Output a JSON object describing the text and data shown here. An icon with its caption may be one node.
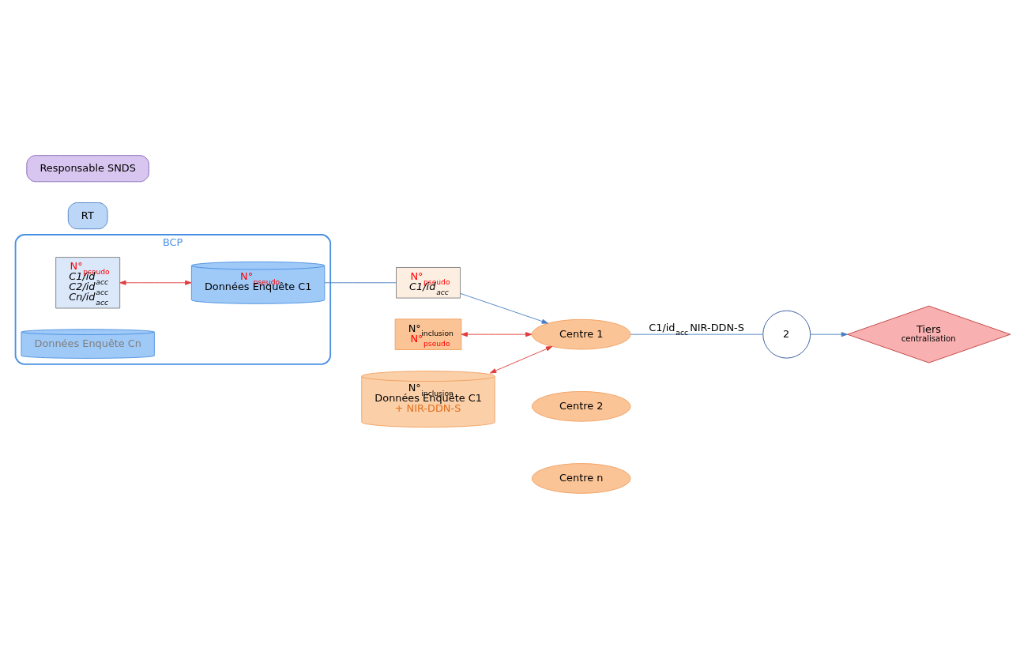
{
  "diagram": {
    "nodes": [
      {
        "text": [
          "BCP"
        ]
      },
      {
        "text": [
          "N°$_{pseudo}$",
          "C1/id$_{acc}$",
          "C2/id$_{acc}$",
          "Cn/id$_{acc}$"
        ],
        "in": 0
      },
      {
        "text": [
          "N°$_{pseudo}$",
          "Données Enquête C1"
        ],
        "in": 0
      },
      {
        "text": [
          "Données Enquête Cn"
        ],
        "in": 0
      },
      {
        "text": [
          "N°$_{pseudo}$",
          "C1/id$_{acc}$"
        ]
      },
      {
        "text": [
          "N°$_{inclusion}$",
          "N°$_{pseudo}$"
        ]
      },
      {
        "text": [
          "N°$_{inclusion}$",
          "Données Enquête C1",
          "+ NIR-DDN-S"
        ]
      },
      {
        "text": [
          "Centre 1"
        ]
      },
      {
        "text": [
          "Centre 2"
        ]
      },
      {
        "text": [
          "Centre n"
        ]
      },
      {
        "text": [
          "2"
        ]
      },
      {
        "text": [
          "Tiers",
          "centralisation"
        ]
      },
      {
        "text": [
          "RT"
        ]
      },
      {
        "text": [
          "Responsable SNDS"
        ]
      }
    ],
    "edges": [
      {
        "from": 1,
        "to": 2,
        "arrow": "both",
        "color": "#e03c3c"
      },
      {
        "from": 2,
        "to": 4,
        "arrow": "none"
      },
      {
        "from": 4,
        "to": 7,
        "arrow": "to"
      },
      {
        "from": 5,
        "to": 7,
        "arrow": "both",
        "color": "#e03c3c"
      },
      {
        "from": 6,
        "to": 7,
        "arrow": "both",
        "color": "#e03c3c"
      },
      {
        "from": 7,
        "to": 10,
        "arrow": "none",
        "label": "C1/id$_{acc}$ NIR-DDN-S"
      },
      {
        "from": 10,
        "to": 11,
        "arrow": "to"
      }
    ]
  }
}
